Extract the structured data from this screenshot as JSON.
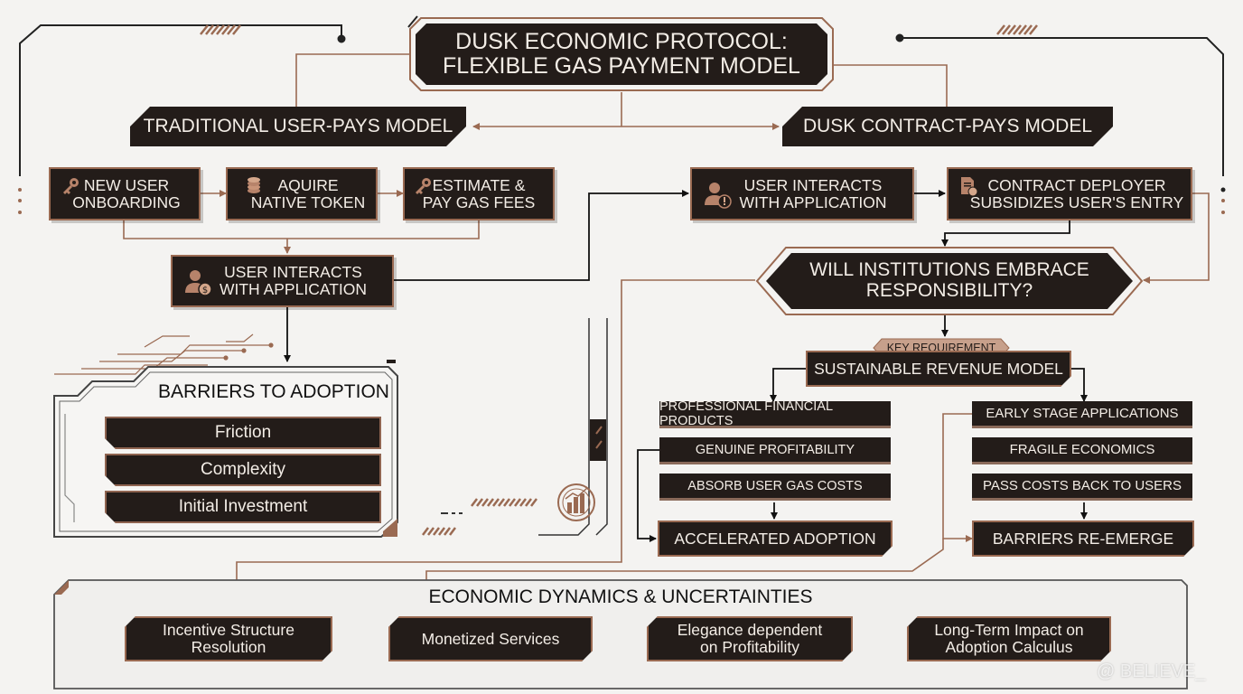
{
  "title": {
    "line1": "DUSK ECONOMIC PROTOCOL:",
    "line2": "FLEXIBLE GAS PAYMENT MODEL"
  },
  "left_model": "TRADITIONAL USER-PAYS MODEL",
  "right_model": "DUSK CONTRACT-PAYS MODEL",
  "left_steps": [
    {
      "line1": "NEW USER",
      "line2": "ONBOARDING",
      "icon": "key-icon"
    },
    {
      "line1": "AQUIRE",
      "line2": "NATIVE TOKEN",
      "icon": "coins-icon"
    },
    {
      "line1": "ESTIMATE &",
      "line2": "PAY GAS FEES",
      "icon": "key-icon"
    }
  ],
  "left_interacts": {
    "line1": "USER INTERACTS",
    "line2": "WITH APPLICATION",
    "icon": "user-coin-icon"
  },
  "barriers": {
    "title": "BARRIERS TO ADOPTION",
    "items": [
      "Friction",
      "Complexity",
      "Initial Investment"
    ]
  },
  "right_interacts": {
    "line1": "USER INTERACTS",
    "line2": "WITH APPLICATION",
    "icon": "user-alert-icon"
  },
  "deployer": {
    "line1": "CONTRACT DEPLOYER",
    "line2": "SUBSIDIZES USER'S ENTRY",
    "icon": "document-coin-icon"
  },
  "question": {
    "line1": "WILL INSTITUTIONS EMBRACE",
    "line2": "RESPONSIBILITY?"
  },
  "key_requirement": {
    "tag": "KEY REQUIREMENT",
    "label": "SUSTAINABLE REVENUE MODEL"
  },
  "left_branch": [
    "PROFESSIONAL FINANCIAL PRODUCTS",
    "GENUINE PROFITABILITY",
    "ABSORB USER GAS COSTS"
  ],
  "left_outcome": "ACCELERATED ADOPTION",
  "right_branch": [
    "EARLY STAGE APPLICATIONS",
    "FRAGILE ECONOMICS",
    "PASS COSTS BACK TO USERS"
  ],
  "right_outcome": "BARRIERS RE-EMERGE",
  "dynamics": {
    "title": "ECONOMIC DYNAMICS & UNCERTAINTIES",
    "items": [
      {
        "line1": "Incentive Structure",
        "line2": "Resolution"
      },
      {
        "line1": "Monetized Services",
        "line2": ""
      },
      {
        "line1": "Elegance dependent",
        "line2": "on Profitability"
      },
      {
        "line1": "Long-Term Impact on",
        "line2": "Adoption Calculus"
      }
    ]
  },
  "watermark": "@ BELIEVE_",
  "chart_icon": "bar-chart-icon",
  "colors": {
    "box": "#231c19",
    "accent": "#9a6a52",
    "background": "#f4f3f1",
    "text": "#f3ede6"
  }
}
